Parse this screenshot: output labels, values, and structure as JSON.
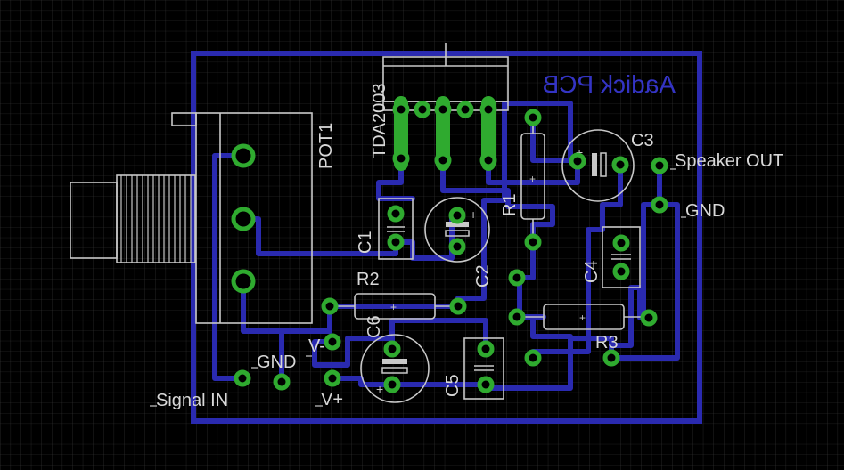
{
  "board": {
    "title_mirrored": "Aadick PCB",
    "chip": "TDA2003"
  },
  "components": {
    "pot": "POT1",
    "c1": "C1",
    "c2": "C2",
    "c3": "C3",
    "c4": "C4",
    "c5": "C5",
    "c6": "C6",
    "r1": "R1",
    "r2": "R2",
    "r3": "R3"
  },
  "connectors": {
    "speaker_out": "Speaker OUT",
    "gnd_right": "GND",
    "signal_in": "Signal IN",
    "gnd_left": "GND",
    "v_minus": "V-",
    "v_plus": "V+"
  },
  "colors": {
    "background": "#000000",
    "grid": "#3a3a3a",
    "trace": "#2a2ab0",
    "pad": "#2faa2f",
    "silkscreen": "#c8c8c8"
  }
}
